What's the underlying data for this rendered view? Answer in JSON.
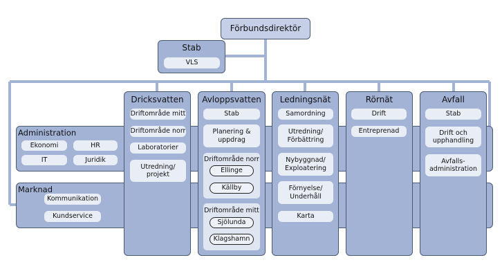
{
  "colors": {
    "box_fill": "#a3b3d6",
    "box_border": "#4a5872",
    "top_fill": "#c5d0e8",
    "pill_fill": "#e9edf6",
    "line": "#a3b3d6"
  },
  "director": "Förbundsdirektör",
  "stab": {
    "title": "Stab",
    "items": [
      "VLS"
    ]
  },
  "bands": {
    "administration": {
      "title": "Administration",
      "items": [
        "Ekonomi",
        "HR",
        "IT",
        "Juridik"
      ]
    },
    "marknad": {
      "title": "Marknad",
      "items": [
        "Kommunikation",
        "Kundservice"
      ]
    }
  },
  "columns": {
    "dricksvatten": {
      "title": "Dricksvatten",
      "items": [
        "Driftområde mitt",
        "Driftområde norr",
        "Laboratorier",
        "Utredning/\nprojekt"
      ]
    },
    "avloppsvatten": {
      "title": "Avloppsvatten",
      "items": [
        "Stab",
        "Planering &\nuppdrag"
      ],
      "groups": [
        {
          "title": "Driftområde norr",
          "items": [
            "Ellinge",
            "Källby"
          ]
        },
        {
          "title": "Driftområde mitt",
          "items": [
            "Sjölunda",
            "Klagshamn"
          ]
        }
      ]
    },
    "ledningsnat": {
      "title": "Ledningsnät",
      "items": [
        "Samordning",
        "Utredning/\nFörbättring",
        "Nybyggnad/\nExploatering",
        "Förnyelse/\nUnderhåll",
        "Karta"
      ]
    },
    "rornat": {
      "title": "Rörnät",
      "items": [
        "Drift",
        "Entreprenad"
      ]
    },
    "avfall": {
      "title": "Avfall",
      "items": [
        "Stab",
        "Drift och\nupphandling",
        "Avfalls-\nadministration"
      ]
    }
  }
}
